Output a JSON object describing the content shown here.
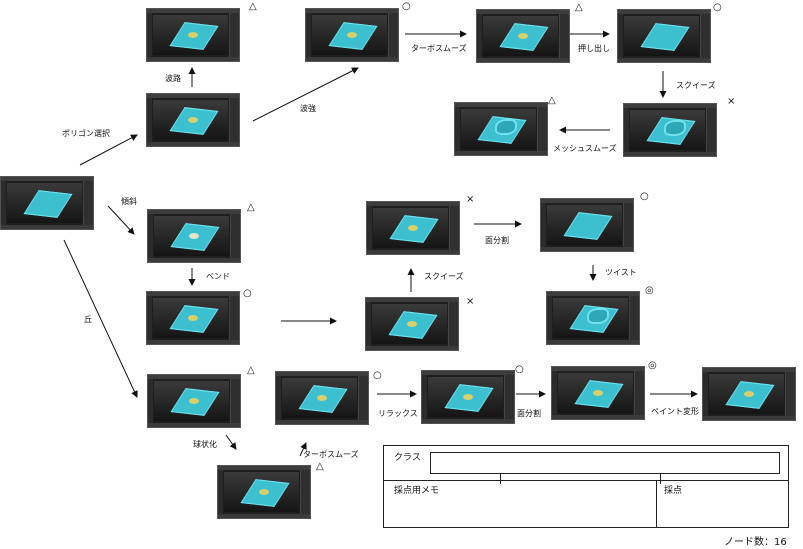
{
  "nodes": {
    "origin": {
      "label": "",
      "mark": ""
    },
    "wave_road": {
      "label": "波路",
      "mark": "△"
    },
    "poly_select": {
      "label": "ポリゴン選択",
      "mark": ""
    },
    "wave_strong": {
      "label": "波強",
      "mark": "○"
    },
    "turbo_smooth_1": {
      "label": "ターボスムーズ",
      "mark": "△"
    },
    "extrude": {
      "label": "押し出し",
      "mark": "○"
    },
    "squeeze_1": {
      "label": "スクイーズ",
      "mark": "×"
    },
    "mesh_smooth": {
      "label": "メッシュスムーズ",
      "mark": "△"
    },
    "tilt": {
      "label": "傾斜",
      "mark": "△"
    },
    "bend": {
      "label": "ベンド",
      "mark": "○"
    },
    "squeeze_2": {
      "label": "スクイーズ",
      "mark": "×"
    },
    "squeeze_2_top": {
      "label": "",
      "mark": "×"
    },
    "face_split_1": {
      "label": "面分割",
      "mark": "○"
    },
    "twist": {
      "label": "ツイスト",
      "mark": "◎"
    },
    "hill": {
      "label": "丘",
      "mark": "△"
    },
    "spherify": {
      "label": "球状化",
      "mark": "○"
    },
    "relax": {
      "label": "リラックス",
      "mark": "○"
    },
    "face_split_2": {
      "label": "面分割",
      "mark": "◎"
    },
    "paint_deform": {
      "label": "ペイント変形",
      "mark": ""
    },
    "turbo_smooth_2": {
      "label": "ターボスムーズ",
      "mark": "△"
    }
  },
  "form": {
    "class_label": "クラス",
    "memo_label": "採点用メモ",
    "score_label": "採点"
  },
  "node_count": "ノード数：16",
  "colors": {
    "ground": "#3cc0d0",
    "object": "#d8d06a",
    "ui": "#1e1e1e"
  }
}
